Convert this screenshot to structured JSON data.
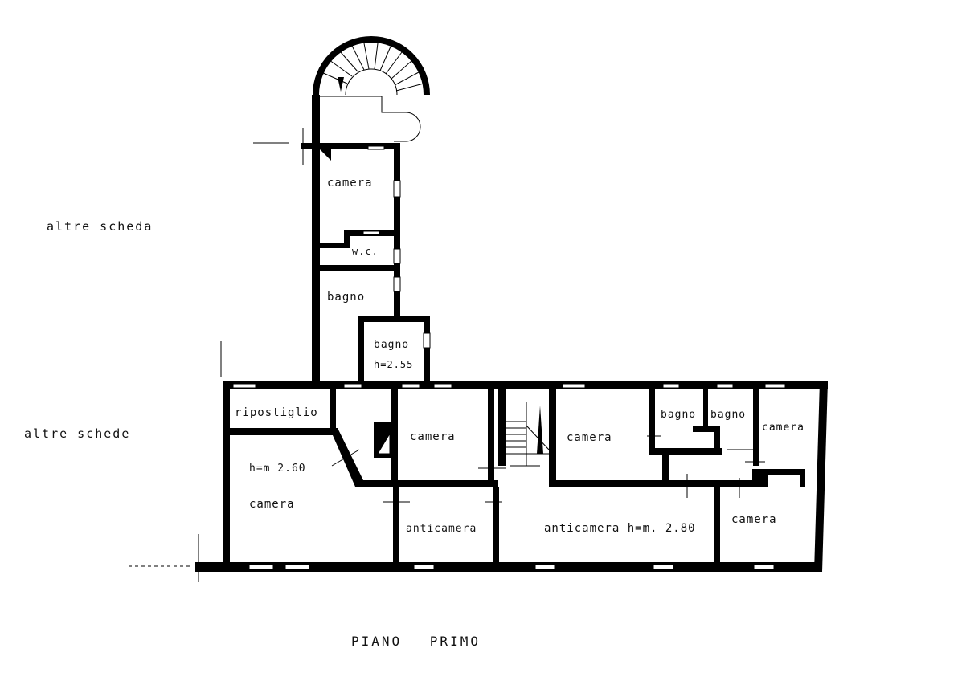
{
  "title": "PIANO PRIMO",
  "side_notes": [
    "altre scheda",
    "altre schede"
  ],
  "rooms": {
    "tower_camera": "camera",
    "wc": "w.c.",
    "tower_bagno": "bagno",
    "small_bagno": "bagno",
    "small_bagno_height": "h=2.55",
    "ripostiglio": "ripostiglio",
    "left_camera_height": "h=m 2.60",
    "left_camera": "camera",
    "center_camera": "camera",
    "anticamera_small": "anticamera",
    "right_camera": "camera",
    "bagno_a": "bagno",
    "bagno_b": "bagno",
    "far_camera": "camera",
    "anticamera_large": "anticamera h=m. 2.80",
    "lower_right_camera": "camera"
  }
}
